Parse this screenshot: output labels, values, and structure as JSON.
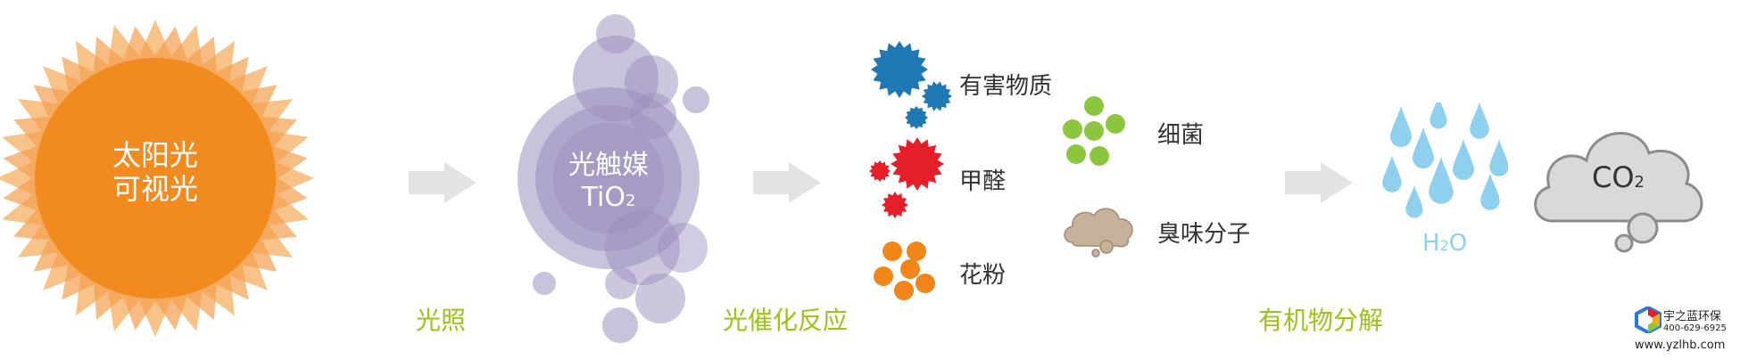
{
  "sun": {
    "line1": "太阳光",
    "line2": "可视光",
    "color": "#f18a1f",
    "ray_color": "#f6b873"
  },
  "catalyst": {
    "line1": "光触媒",
    "line2_main": "TiO",
    "line2_sub": "2",
    "color": "#9b8fbe"
  },
  "stages": {
    "light": "光照",
    "photocatalysis": "光催化反应",
    "decomposition": "有机物分解"
  },
  "pollutants": [
    {
      "label": "有害物质",
      "color": "#1f78b4"
    },
    {
      "label": "甲醛",
      "color": "#e41f2a"
    },
    {
      "label": "花粉",
      "color": "#f0851a"
    },
    {
      "label": "细菌",
      "color": "#8cc63f"
    },
    {
      "label": "臭味分子",
      "color": "#c6b29a"
    }
  ],
  "products": {
    "water_main": "H",
    "water_sub": "2",
    "water_end": "O",
    "water_color": "#8fd0ee",
    "co2_main": "CO",
    "co2_sub": "2",
    "cloud_color": "#d9d9d9"
  },
  "logo": {
    "name": "宇之蓝环保",
    "phone": "400-629-6925",
    "url": "www.yzlhb.com"
  },
  "arrow_color": "#e3e3e3"
}
